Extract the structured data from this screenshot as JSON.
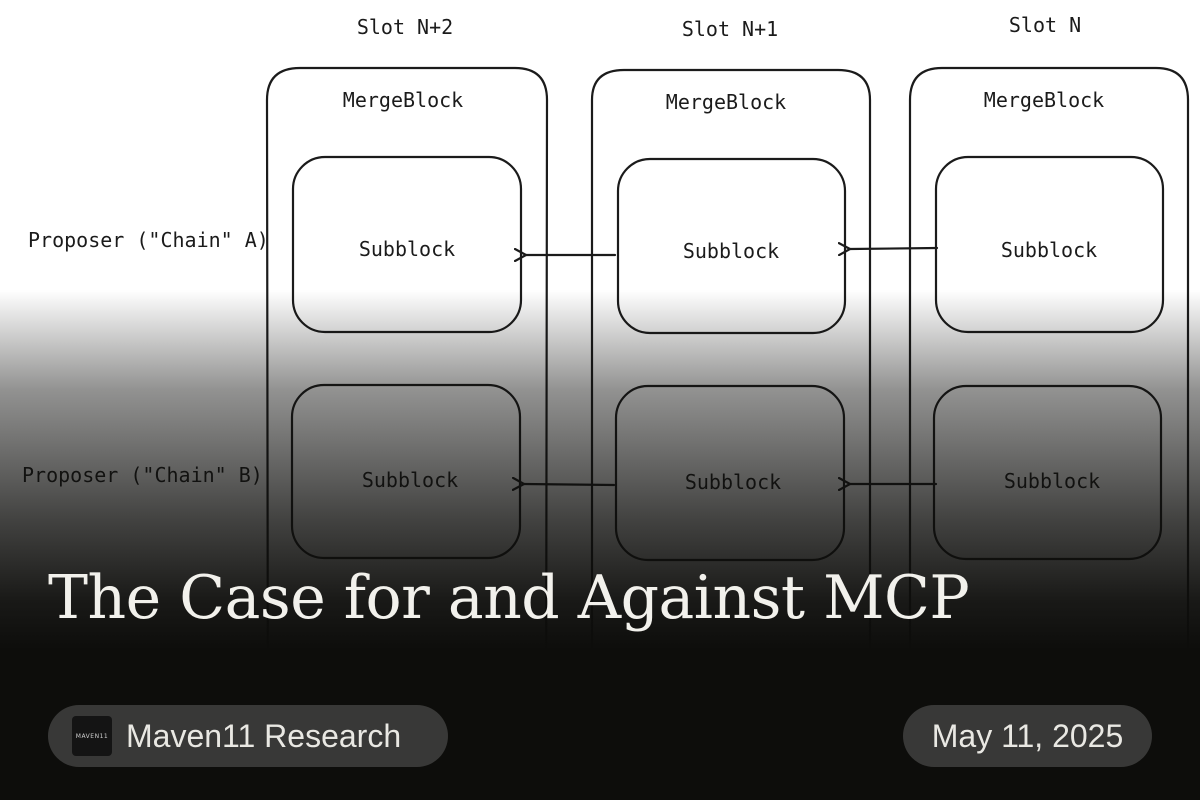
{
  "diagram": {
    "slots": [
      {
        "label": "Slot N+2",
        "merge_label": "MergeBlock",
        "sub_a": "Subblock",
        "sub_b": "Subblock"
      },
      {
        "label": "Slot N+1",
        "merge_label": "MergeBlock",
        "sub_a": "Subblock",
        "sub_b": "Subblock"
      },
      {
        "label": "Slot N",
        "merge_label": "MergeBlock",
        "sub_a": "Subblock",
        "sub_b": "Subblock"
      }
    ],
    "rows": [
      {
        "label": "Proposer (\"Chain\" A)"
      },
      {
        "label": "Proposer (\"Chain\" B)"
      }
    ]
  },
  "article": {
    "title": "The Case for and Against MCP",
    "author": "Maven11 Research",
    "logo_text": "MAVEN11",
    "date": "May 11, 2025"
  },
  "colors": {
    "ink": "#1b1b1b",
    "overlay": "#0d0d0b",
    "title_text": "#f2f1ec",
    "pill_bg": "rgba(255,255,255,0.18)"
  }
}
